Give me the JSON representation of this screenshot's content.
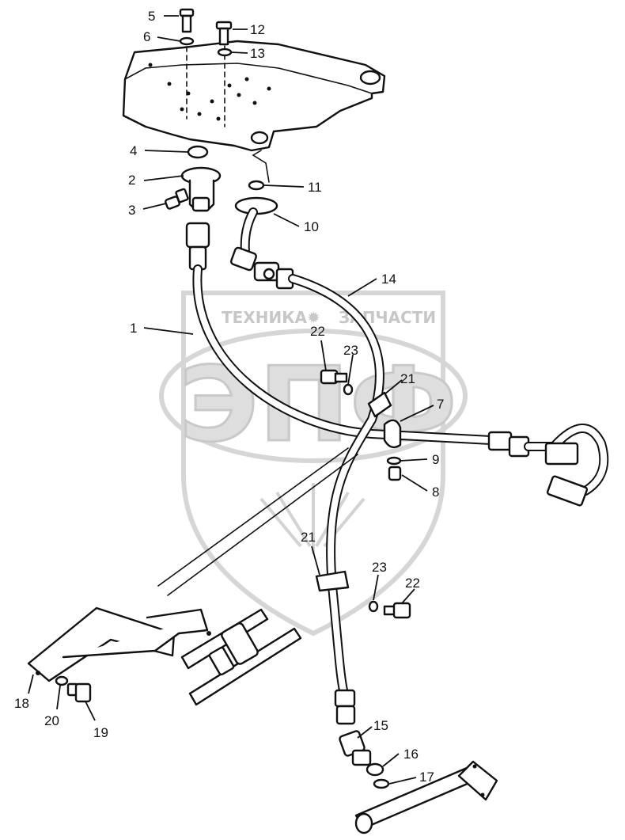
{
  "watermark": {
    "top_text_left": "ТЕХНИКА",
    "top_text_right": "ЗАПЧАСТИ",
    "logo_text": "ЭПФ"
  },
  "callouts": [
    {
      "id": "1",
      "label": "1"
    },
    {
      "id": "2",
      "label": "2"
    },
    {
      "id": "3",
      "label": "3"
    },
    {
      "id": "4",
      "label": "4"
    },
    {
      "id": "5",
      "label": "5"
    },
    {
      "id": "6",
      "label": "6"
    },
    {
      "id": "7",
      "label": "7"
    },
    {
      "id": "8",
      "label": "8"
    },
    {
      "id": "9",
      "label": "9"
    },
    {
      "id": "10",
      "label": "10"
    },
    {
      "id": "11",
      "label": "11"
    },
    {
      "id": "12",
      "label": "12"
    },
    {
      "id": "13",
      "label": "13"
    },
    {
      "id": "14",
      "label": "14"
    },
    {
      "id": "15",
      "label": "15"
    },
    {
      "id": "16",
      "label": "16"
    },
    {
      "id": "17",
      "label": "17"
    },
    {
      "id": "18",
      "label": "18"
    },
    {
      "id": "19",
      "label": "19"
    },
    {
      "id": "20",
      "label": "20"
    },
    {
      "id": "21a",
      "label": "21"
    },
    {
      "id": "21b",
      "label": "21"
    },
    {
      "id": "22a",
      "label": "22"
    },
    {
      "id": "22b",
      "label": "22"
    },
    {
      "id": "23a",
      "label": "23"
    },
    {
      "id": "23b",
      "label": "23"
    }
  ]
}
